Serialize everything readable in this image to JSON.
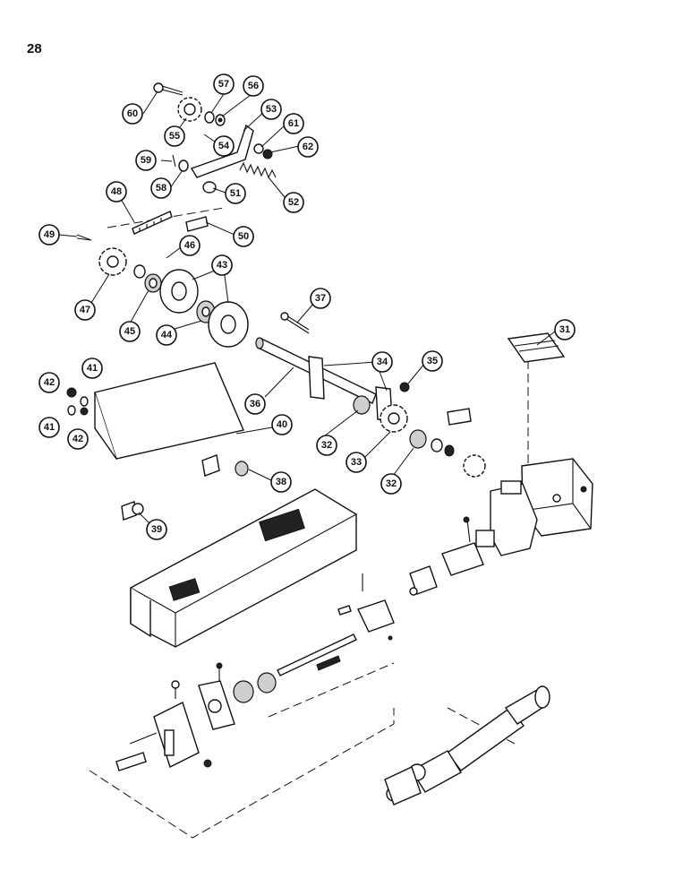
{
  "page": {
    "number": "28"
  },
  "callouts": [
    "60",
    "57",
    "56",
    "55",
    "53",
    "61",
    "62",
    "54",
    "59",
    "58",
    "51",
    "52",
    "48",
    "49",
    "50",
    "46",
    "47",
    "43",
    "45",
    "44",
    "37",
    "31",
    "42",
    "41",
    "34",
    "35",
    "36",
    "40",
    "32",
    "33",
    "38",
    "39"
  ]
}
